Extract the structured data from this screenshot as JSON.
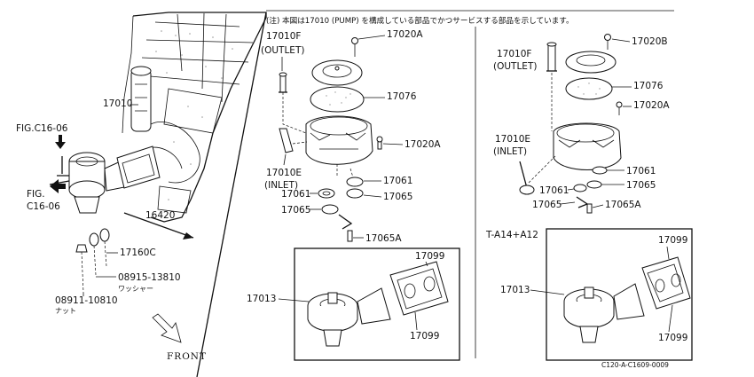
{
  "note": "(注) 本図は17010 (PUMP) を構成している部品でかつサービスする部品を示しています。",
  "drawing_code": "C120-A-C1609-0009",
  "front_label": "FRONT",
  "left": {
    "pump_label": "17010",
    "fig_top": "FIG.C16-06",
    "fig_bottom_line1": "FIG.",
    "fig_bottom_line2": "C16-06",
    "p16420": "16420",
    "p17160c": "17160C",
    "p08915": "08915-13810",
    "washer_jp": "ワッシャー",
    "p08911": "08911-10810",
    "nut_jp": "ナット"
  },
  "middle": {
    "outlet_num": "17010F",
    "outlet_txt": "(OUTLET)",
    "p17020a_top": "17020A",
    "p17076": "17076",
    "p17020a_side": "17020A",
    "inlet_num": "17010E",
    "inlet_txt": "(INLET)",
    "p17061_r": "17061",
    "p17061_l": "17061",
    "p17065_r": "17065",
    "p17065_l": "17065",
    "p17065a": "17065A",
    "p17013": "17013",
    "p17099_top": "17099",
    "p17099_bottom": "17099"
  },
  "right": {
    "outlet_num": "17010F",
    "outlet_txt": "(OUTLET)",
    "p17020b": "17020B",
    "p17076": "17076",
    "p17020a": "17020A",
    "inlet_num": "17010E",
    "inlet_txt": "(INLET)",
    "p17061_r": "17061",
    "p17061_l": "17061",
    "p17065_r": "17065",
    "p17065_l": "17065",
    "p17065a": "17065A",
    "model": "T-A14+A12",
    "p17013": "17013",
    "p17099_top": "17099",
    "p17099_bottom": "17099"
  }
}
